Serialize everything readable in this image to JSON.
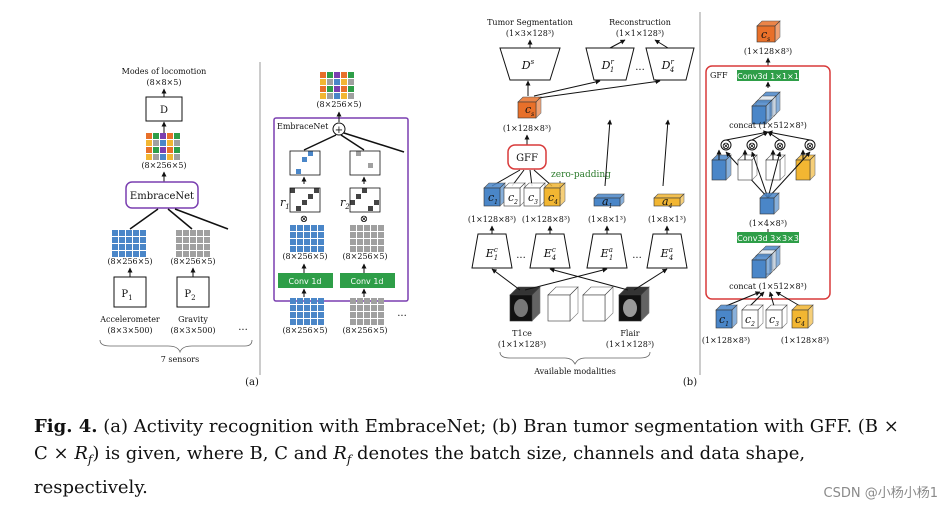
{
  "panel_a": {
    "top_label": "Modes of locomotion",
    "top_dims": "(8×8×5)",
    "classifier": "D",
    "fused_dims": "(8×256×5)",
    "embracenet_label": "EmbraceNet",
    "enc_dims_1": "(8×256×5)",
    "enc_dims_2": "(8×256×5)",
    "proc_1": "P",
    "proc_1_sub": "1",
    "proc_2": "P",
    "proc_2_sub": "2",
    "sensor_1": "Accelerometer",
    "sensor_1_dims": "(8×3×500)",
    "sensor_2": "Gravity",
    "sensor_2_dims": "(8×3×500)",
    "ellipsis": "...",
    "sensors_count": "7 sensors",
    "detail_top_dims": "(8×256×5)",
    "detail_box_label": "EmbraceNet",
    "r1": "r",
    "r1_sub": "1",
    "r2": "r",
    "r2_sub": "2",
    "mult": "⊗",
    "plus": "+",
    "detail_dims_1": "(8×256×5)",
    "detail_dims_2": "(8×256×5)",
    "conv_1": "Conv 1d",
    "conv_2": "Conv 1d",
    "input_dims_1": "(8×256×5)",
    "input_dims_2": "(8×256×5)",
    "panel_label": "(a)"
  },
  "panel_b": {
    "seg_label": "Tumor Segmentation",
    "seg_dims": "(1×3×128³)",
    "recon_label": "Reconstruction",
    "recon_dims": "(1×1×128³)",
    "decoder_seg": "D",
    "decoder_seg_sup": "s",
    "decoder_r1": "D",
    "decoder_r1_sup": "r",
    "decoder_r1_sub": "1",
    "decoder_r4": "D",
    "decoder_r4_sup": "r",
    "decoder_r4_sub": "4",
    "cs_label": "c",
    "cs_sub": "s",
    "cs_dims": "(1×128×8³)",
    "gff_label": "GFF",
    "zero_padding": "zero-padding",
    "c1": "c",
    "c1_sub": "1",
    "c2": "c",
    "c2_sub": "2",
    "c3": "c",
    "c3_sub": "3",
    "c4": "c",
    "c4_sub": "4",
    "a1": "a",
    "a1_sub": "1",
    "a4": "a",
    "a4_sub": "4",
    "c_dims_1": "(1×128×8³)",
    "c_dims_2": "(1×128×8³)",
    "a_dims_1": "(1×8×1³)",
    "a_dims_2": "(1×8×1³)",
    "enc_c1": "E",
    "enc_c1_sup": "c",
    "enc_c1_sub": "1",
    "enc_c4": "E",
    "enc_c4_sup": "c",
    "enc_c4_sub": "4",
    "enc_a1": "E",
    "enc_a1_sup": "a",
    "enc_a1_sub": "1",
    "enc_a4": "E",
    "enc_a4_sup": "a",
    "enc_a4_sub": "4",
    "mod_1": "T1ce",
    "mod_1_dims": "(1×1×128³)",
    "mod_2": "Flair",
    "mod_2_dims": "(1×1×128³)",
    "available": "Available modalities",
    "ellipsis": "...",
    "panel_label": "(b)"
  },
  "panel_gff": {
    "cs_label": "c",
    "cs_sub": "s",
    "cs_dims": "(1×128×8³)",
    "box_label": "GFF",
    "conv_top": "Conv3d 1×1×1",
    "concat_top": "concat (1×512×8³)",
    "mid_dims": "(1×4×8³)",
    "conv_mid": "Conv3d 3×3×3",
    "concat_bottom": "concat (1×512×8³)",
    "c1": "c",
    "c1_sub": "1",
    "c2": "c",
    "c2_sub": "2",
    "c3": "c",
    "c3_sub": "3",
    "c4": "c",
    "c4_sub": "4",
    "in_dims_1": "(1×128×8³)",
    "in_dims_2": "(1×128×8³)",
    "mult": "⊗"
  },
  "caption": {
    "fig_label": "Fig. 4.",
    "text_1": " (a) Activity recognition with EmbraceNet; (b) Bran tumor segmentation with GFF. (B × C × ",
    "rf": "R",
    "rf_sub": "f",
    "text_2": ") is given, where B, C and ",
    "rf2": "R",
    "rf2_sub": "f",
    "text_3": " denotes the batch size, channels and data shape, respectively."
  },
  "watermark": "CSDN @小杨小杨1",
  "colors": {
    "blue": "#4a86c8",
    "grey": "#a0a0a0",
    "orange": "#e8702a",
    "yellow": "#f2b632",
    "green": "#2e9e48",
    "purple": "#7a3fb0",
    "red": "#d83a3a"
  }
}
